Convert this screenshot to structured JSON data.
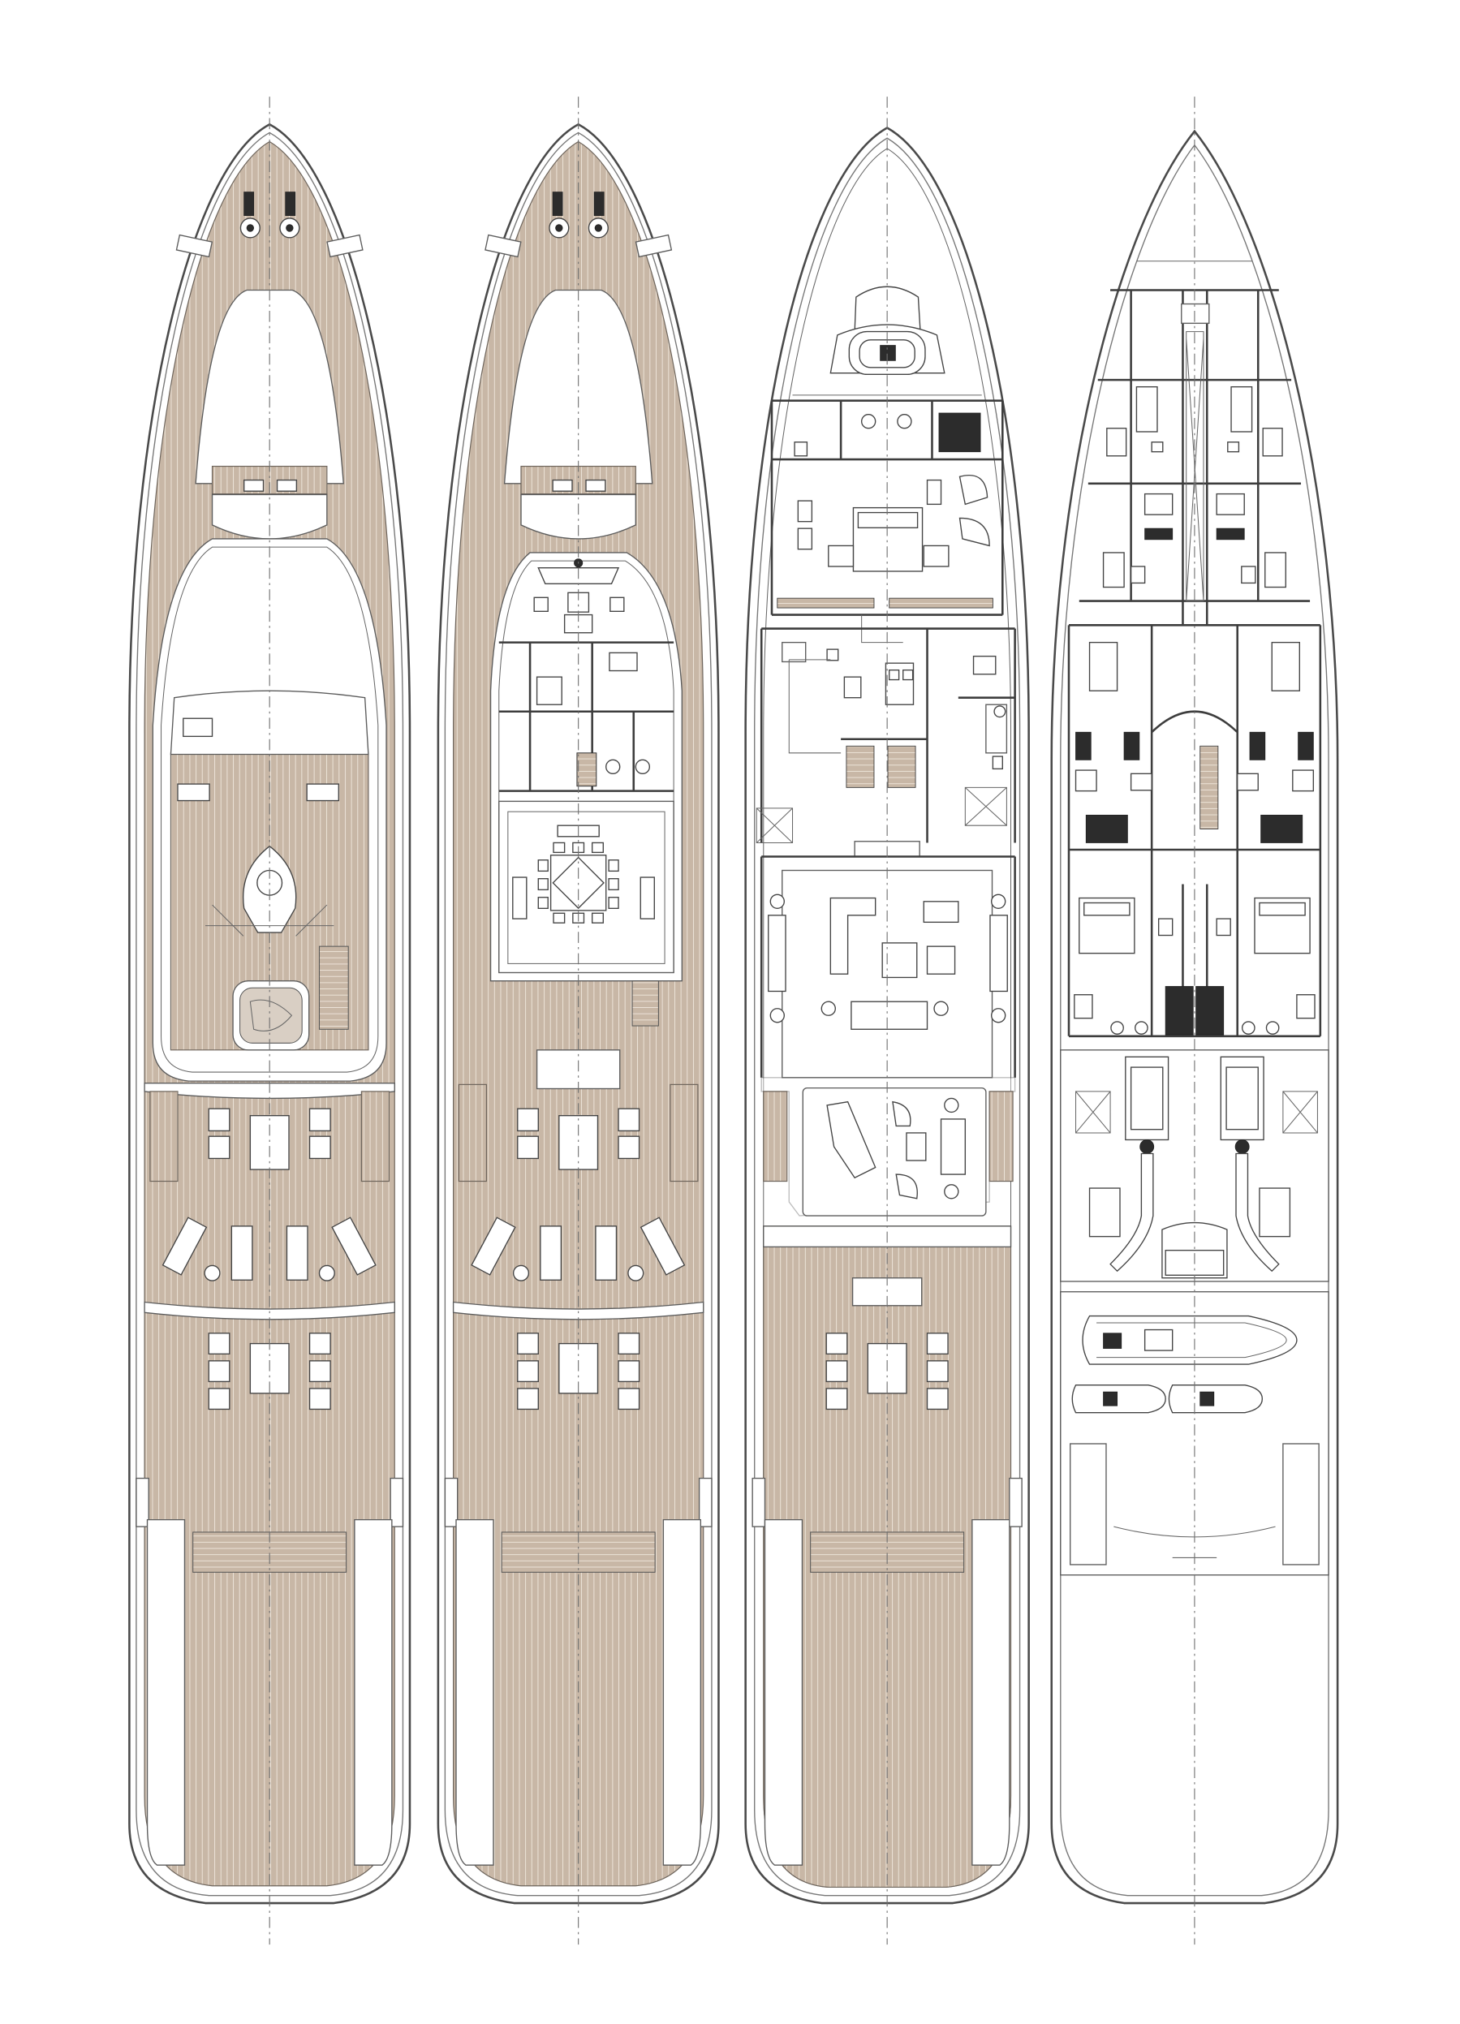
{
  "figure": {
    "background": "#ffffff",
    "teak_color": "#c8b7a6",
    "line_color": "#4a4a4a",
    "icons": [
      "dinghy-icon",
      "jet-ski-icon",
      "engine-icon",
      "dining-table-icon",
      "jacuzzi-icon",
      "sun-lounger-icon"
    ]
  },
  "decks": [
    {
      "id": "sun-deck",
      "room_labels": []
    },
    {
      "id": "bridge-deck",
      "room_labels": []
    },
    {
      "id": "main-deck",
      "room_labels": []
    },
    {
      "id": "lower-deck",
      "room_labels": []
    }
  ]
}
